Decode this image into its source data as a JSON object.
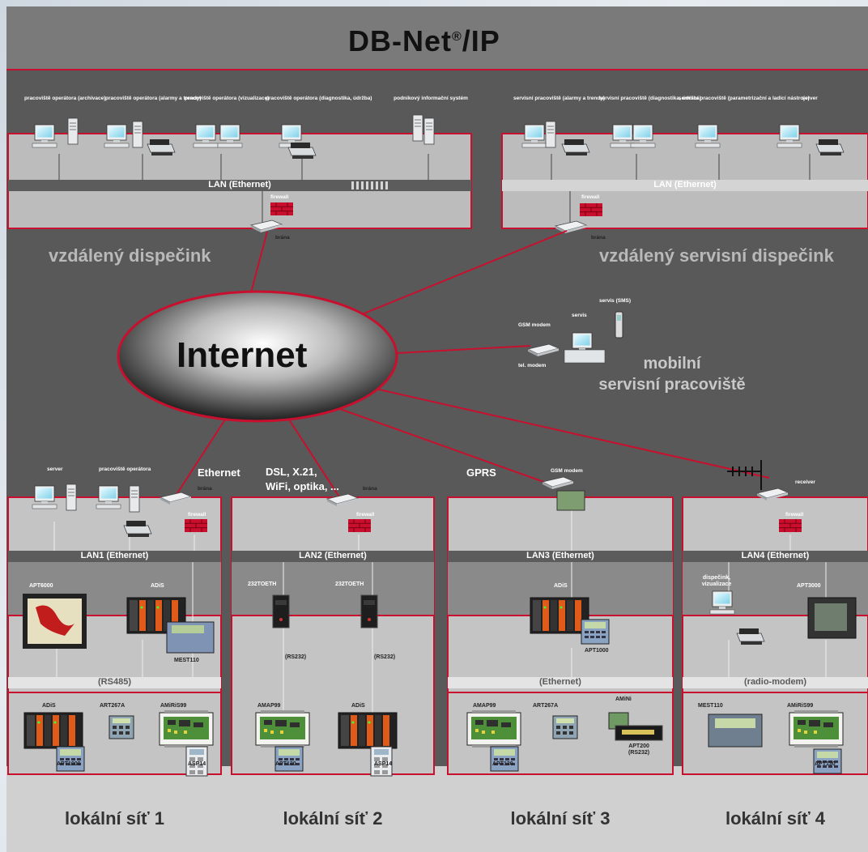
{
  "title": {
    "main": "DB-Net",
    "mark": "®",
    "suffix": "/IP"
  },
  "colors": {
    "accent": "#c8102e",
    "background": "#595959",
    "panel": "#c4c4c4"
  },
  "labels": {
    "firewall": "firewall",
    "gateway": "brána"
  },
  "top_left": {
    "ws": [
      "pracoviště operátora (archivace)",
      "pracoviště operátora (alarmy a trendy)",
      "pracoviště operátora (vizualizace)",
      "pracoviště operátora (diagnostika, údržba)",
      "podnikový informační systém"
    ],
    "lan": "LAN (Ethernet)",
    "caption": "vzdálený dispečink"
  },
  "top_right": {
    "ws": [
      "servisní pracoviště (alarmy a trendy)",
      "servisní pracoviště (diagnostika, údržba)",
      "servisní pracoviště (parametrizační a ladicí nástroje)",
      "server"
    ],
    "lan": "LAN (Ethernet)",
    "caption": "vzdálený servisní dispečink"
  },
  "internet": "Internet",
  "mobile": {
    "sms": "servis (SMS)",
    "service": "servis",
    "gsm": "GSM modem",
    "tel": "tel. modem",
    "caption1": "mobilní",
    "caption2": "servisní pracoviště"
  },
  "links": {
    "ethernet": "Ethernet",
    "dsl1": "DSL, X.21,",
    "dsl2": "WiFi, optika, ...",
    "gprs": "GPRS"
  },
  "lan1": {
    "server": "server",
    "operator": "pracoviště operátora",
    "lan": "LAN1 (Ethernet)",
    "sub": "(RS485)",
    "dev": [
      "APT6000",
      "ADiS",
      "MEST110",
      "ADiS",
      "ART267A",
      "AMiRiS99",
      "APT1000",
      "ASP14"
    ]
  },
  "lan2": {
    "lan": "LAN2 (Ethernet)",
    "dev": [
      "232TOETH",
      "(RS232)",
      "AMAP99",
      "ADiS",
      "APT130",
      "ASP14"
    ]
  },
  "lan3": {
    "lan": "LAN3 (Ethernet)",
    "sub": "(Ethernet)",
    "dev": [
      "ADiS",
      "APT1000",
      "AMAP99",
      "ART267A",
      "AMiNi",
      "APT130",
      "APT200",
      "(RS232)"
    ]
  },
  "lan4": {
    "receiver": "receiver",
    "lan": "LAN4 (Ethernet)",
    "sub": "(radio-modem)",
    "dev": [
      "dispečink,",
      "vizualizace",
      "APT3000",
      "MEST110",
      "AMiRiS99",
      "APT130"
    ]
  },
  "local": [
    "lokální síť 1",
    "lokální síť 2",
    "lokální síť 3",
    "lokální síť 4"
  ]
}
